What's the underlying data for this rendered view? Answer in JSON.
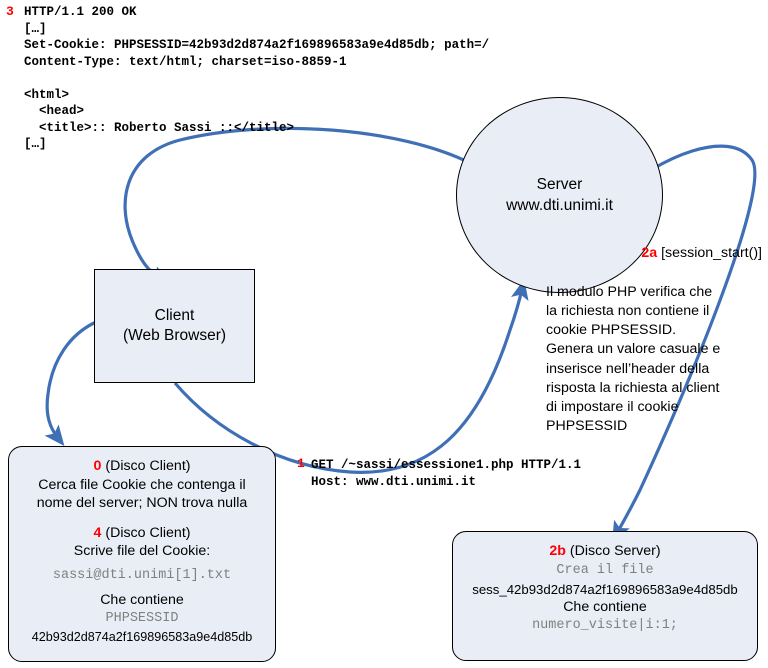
{
  "diagram": {
    "title": "PHP session cookie flow diagram",
    "colors": {
      "node_fill": "#e9edf6",
      "node_stroke": "#000000",
      "arrow": "#3f6fb5",
      "step_number": "#ff0000",
      "mono_gray": "#808080"
    }
  },
  "response_block": {
    "step": "3",
    "lines": [
      "HTTP/1.1 200 OK",
      "[…]",
      "Set-Cookie: PHPSESSID=42b93d2d874a2f169896583a9e4d85db; path=/",
      "Content-Type: text/html; charset=iso-8859-1",
      "",
      "<html>",
      "  <head>",
      "  <title>:: Roberto Sassi ::</title>",
      "[…]"
    ]
  },
  "request_block": {
    "step": "1",
    "lines": [
      "GET /~sassi/essessione1.php HTTP/1.1",
      "Host: www.dti.unimi.it"
    ]
  },
  "client_node": {
    "line1": "Client",
    "line2": "(Web Browser)"
  },
  "server_node": {
    "line1": "Server",
    "line2": "www.dti.unimi.it"
  },
  "server_note": {
    "step": "2a",
    "bracket": "[session_start()]",
    "body": "Il modulo PHP verifica che\nla richiesta non contiene il\ncookie PHPSESSID.\nGenera un valore casuale e\ninserisce nell’header della\nrisposta la richiesta al client\ndi impostare il cookie\nPHPSESSID"
  },
  "disk_client": {
    "step0": "0",
    "step0_title": "(Disco Client)",
    "step0_line1": "Cerca file Cookie che contenga il",
    "step0_line2": "nome del server; NON trova nulla",
    "step4": "4",
    "step4_title": "(Disco Client)",
    "step4_line1": "Scrive file del Cookie:",
    "filename": "sassi@dti.unimi[1].txt",
    "contains_label": "Che contiene",
    "cookie_name": "PHPSESSID",
    "cookie_value": "42b93d2d874a2f169896583a9e4d85db"
  },
  "disk_server": {
    "step": "2b",
    "title": "(Disco Server)",
    "creates_label": "Crea il file",
    "filename": "sess_42b93d2d874a2f169896583a9e4d85db",
    "contains_label": "Che contiene",
    "content": "numero_visite|i:1;"
  }
}
